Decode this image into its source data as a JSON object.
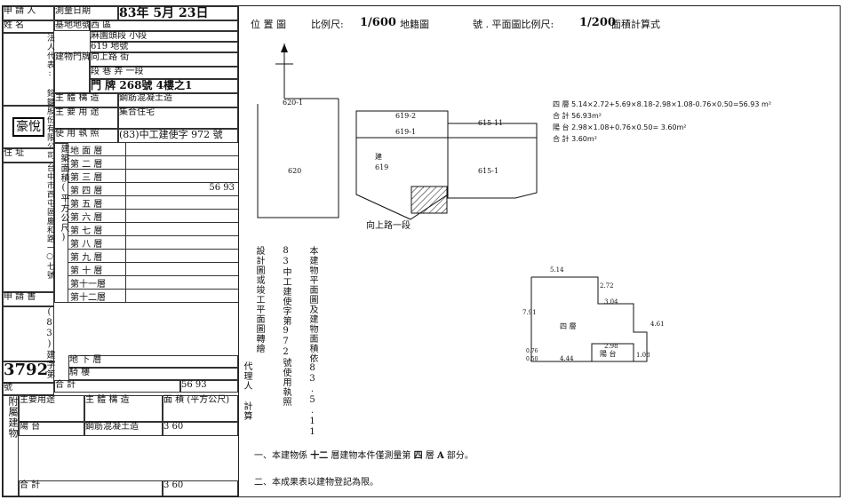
{
  "left": {
    "applicant_label": "申 請 人",
    "name_label": "姓 名",
    "survey_date_label": "測量日期",
    "survey_date": "83年 5月 23日",
    "base_land_label": "基地地號",
    "district": "西",
    "district_label": "區",
    "section_label": "段",
    "subsection_label": "小段",
    "land_section": "麻園頭段",
    "land_subsection": "小段",
    "land_no": "619",
    "land_no_label": "地號",
    "lot_label": "地 號",
    "building_label": "建物門牌",
    "street_label": "街",
    "road_label": "路",
    "road_name": "向上路",
    "road_suffix": "街",
    "lane_label": "段 巷 弄",
    "lane_value": "一段",
    "door_label": "門 牌",
    "door_value": "268號 4樓之1",
    "applicant_vertical": "法人代表: 銘鍵股份有限公司",
    "seal_text": "豪悅",
    "main_structure_label": "主 體 構 造",
    "main_structure": "鋼筋混凝土造",
    "main_use_label": "主 要 用 途",
    "main_use": "集合住宅",
    "permit_label": "使 用 執 照",
    "permit_value": "(83)中工建使字 972 號",
    "address_label": "住 址",
    "address_vertical": "台中市西屯區慶和路一○七號",
    "floors": [
      "地 面 層",
      "第 二 層",
      "第 三 層",
      "第 四 層",
      "第 五 層",
      "第 六 層",
      "第 七 層",
      "第 八 層",
      "第 九 層",
      "第 十 層",
      "第十一層",
      "第十二層"
    ],
    "floor4_area": "56 93",
    "building_area_vertical": "建築面積(平方公尺)",
    "application_label": "申 請 書",
    "application_no": "(83)建字第",
    "application_number": "3792",
    "application_suffix": "號",
    "basement_label": "地 下 層",
    "arcade_label": "騎 樓",
    "total_label": "合 計",
    "total_area": "56 93",
    "annex_label": "附屬建物",
    "annex_use_label": "主要用途",
    "annex_structure_label": "主 體 構 造",
    "annex_area_label": "面 積 (平方公尺)",
    "annex_row_use": "陽 台",
    "annex_row_structure": "鋼筋混凝土造",
    "annex_row_area": "3 60",
    "annex_total_label": "合 計",
    "annex_total": "3 60"
  },
  "right": {
    "location_title": "位 置 圖",
    "location_scale_label": "比例尺:",
    "location_scale": "1/600",
    "location_ref": "地籍圖",
    "plan_label": "號 . 平面圖比例尺:",
    "plan_scale": "1/200",
    "area_calc_label": "面積計算式",
    "lot_labels": [
      "620-1",
      "619-2",
      "615-11",
      "619-1",
      "620",
      "619",
      "615-1"
    ],
    "build_mark": "建",
    "road_text": "向上路一段",
    "calc_lines": [
      "四 層 5.14×2.72+5.69×8.18-2.98×1.08-0.76×0.50=56.93 m²",
      "合 計 56.93m²",
      "陽 台 2.98×1.08+0.76×0.50= 3.60m²",
      "合 計 3.60m²"
    ],
    "vertical_note_1": "設計圖或竣工平面圖轉繪",
    "vertical_note_2": "83中工建使字第972號使用執照",
    "vertical_note_3": "本建物平面圖及建物面積依83.5.11",
    "agent_text": "代理人 計算",
    "dims": {
      "top": "5.14",
      "r1": "2.72",
      "r2": "3.04",
      "left": "7.91",
      "right": "4.61",
      "b1": "2.98",
      "b2": "4.44",
      "b3": "1.08",
      "b4": "0.76",
      "b5": "0.50"
    },
    "floor_label": "四 層",
    "balcony_label": "陽 台",
    "footnote1_prefix": "一、本建物係",
    "footnote1_floors": "十二",
    "footnote1_mid": "層建物本件僅測量第",
    "footnote1_floor": "四",
    "footnote1_unit": "層",
    "footnote1_part": "A",
    "footnote1_suffix": "部分。",
    "footnote2": "二、本成果表以建物登記為限。"
  }
}
